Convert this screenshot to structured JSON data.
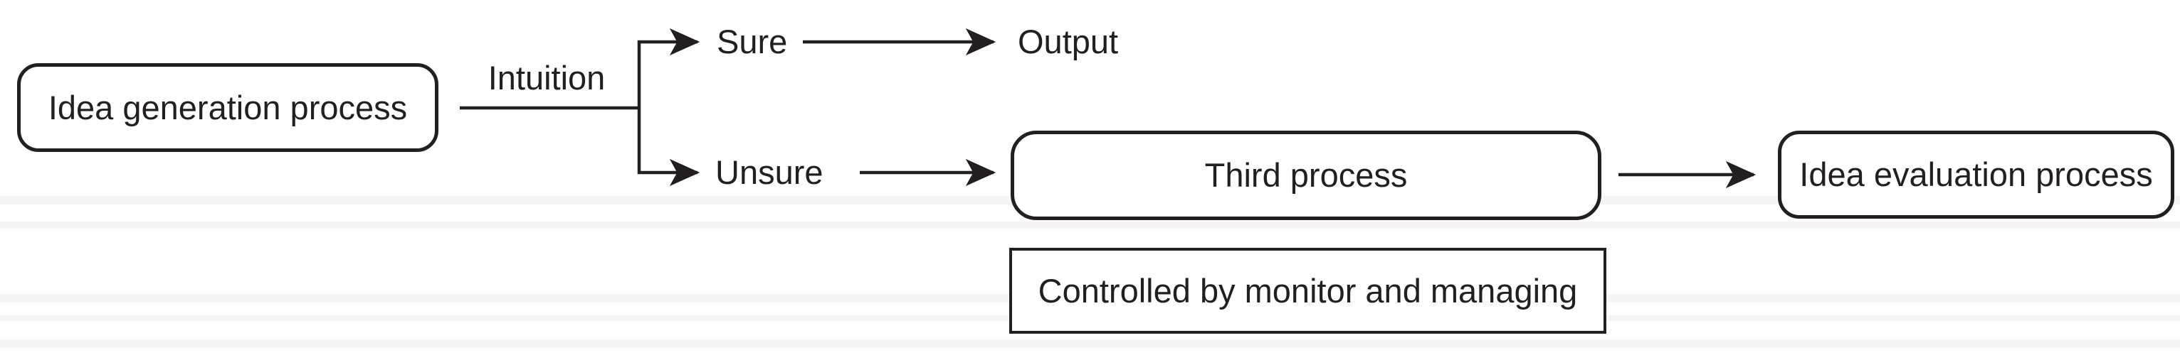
{
  "diagram": {
    "background_color": "#ffffff",
    "stroke_color": "#231f20",
    "nodes": {
      "idea_generation": {
        "label": "Idea generation process",
        "shape": "rounded-rectangle"
      },
      "third_process": {
        "label": "Third process",
        "shape": "rounded-rectangle"
      },
      "idea_evaluation": {
        "label": "Idea evaluation process",
        "shape": "rounded-rectangle"
      },
      "controlled": {
        "label": "Controlled by monitor and managing",
        "shape": "rectangle"
      }
    },
    "labels": {
      "intuition": "Intuition",
      "sure": "Sure",
      "unsure": "Unsure",
      "output": "Output"
    },
    "edges": [
      {
        "from": "Idea generation process",
        "to": "decision-branch",
        "label": "Intuition"
      },
      {
        "from": "decision-branch",
        "to": "Sure"
      },
      {
        "from": "decision-branch",
        "to": "Unsure"
      },
      {
        "from": "Sure",
        "to": "Output"
      },
      {
        "from": "Unsure",
        "to": "Third process"
      },
      {
        "from": "Third process",
        "to": "Idea evaluation process"
      },
      {
        "from": "Controlled by monitor and managing",
        "to": "Third process",
        "label": "annotation"
      }
    ]
  }
}
